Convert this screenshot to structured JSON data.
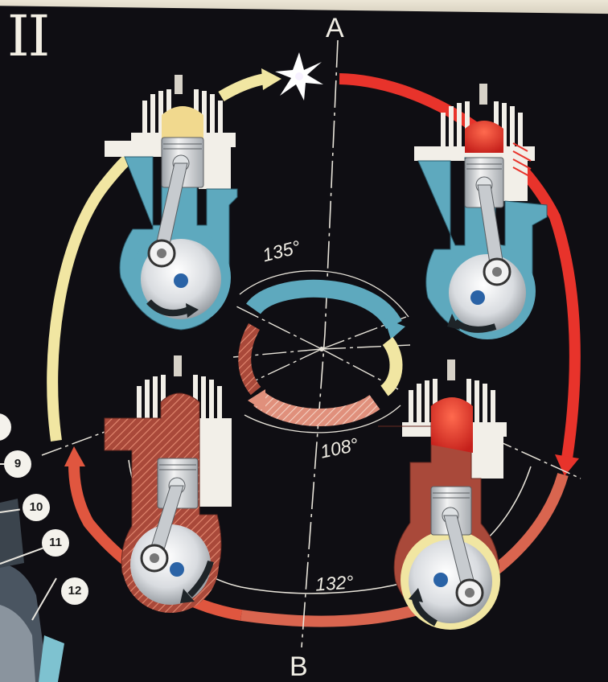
{
  "plate_numeral": "II",
  "axis": {
    "top_label": "A",
    "bottom_label": "B"
  },
  "angles": {
    "transfer": "135°",
    "exhaust_inner": "108°",
    "intake_outer": "132°"
  },
  "callouts": [
    "9",
    "10",
    "11",
    "12"
  ],
  "colors": {
    "background": "#0f0e13",
    "cooling_blue": "#5ea9be",
    "combustion_red": "#e8332b",
    "exhaust_salmon": "#d9654f",
    "intake_cream": "#f1e6a2",
    "hatch_brown": "#a9493a",
    "metal_white": "#f2efe8"
  }
}
